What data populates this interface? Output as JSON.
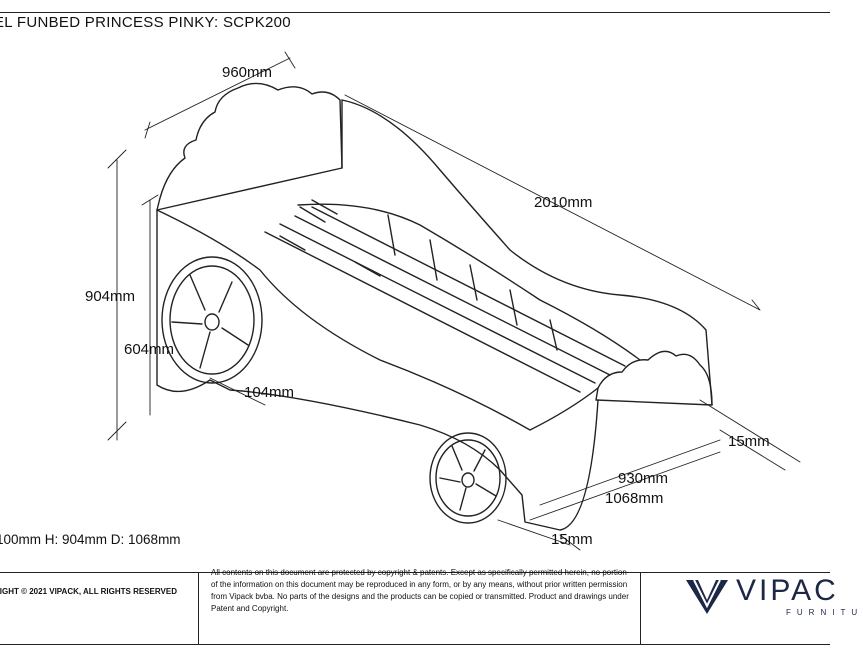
{
  "title": "EL FUNBED PRINCESS PINKY: SCPK200",
  "dimensions_note": "100mm H: 904mm D: 1068mm",
  "drawing_labels": {
    "width": "960mm",
    "length": "2010mm",
    "height": "904mm",
    "side_height": "604mm",
    "wheel_offset": "104mm",
    "edge_back": "15mm",
    "inner_width": "930mm",
    "outer_width": "1068mm",
    "edge_front": "15mm"
  },
  "footer": {
    "copyright": "RIGHT  © 2021 VIPACK, ALL RIGHTS RESERVED",
    "legal_text": "All contents on this document are protected by copyright & patents. Except as specifically permitted herein, no portion of the information on this document may be reproduced in any form, or by any means, without prior written permission from Vipack bvba. No parts of the designs and the products can be copied or transmitted. Product and drawings under Patent and Copyright.",
    "logo_word": "VIPAC",
    "logo_sub": "FURNITU",
    "logo_color": "#1d2746"
  }
}
